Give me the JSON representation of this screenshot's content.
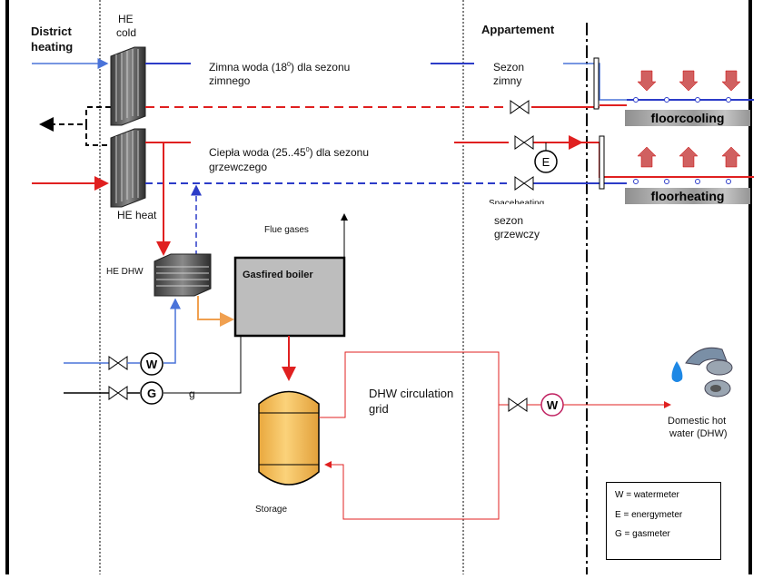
{
  "labels": {
    "district_heating_1": "District",
    "district_heating_2": "heating",
    "he_cold_1": "HE",
    "he_cold_2": "cold",
    "he_heat": "HE heat",
    "he_dhw": "HE DHW",
    "apartment": "Appartement",
    "zimna_line1": "Zimna woda (18",
    "zimna_sup": "0",
    "zimna_line1_end": ") dla sezonu",
    "zimna_line2": "zimnego",
    "ciepla_line1": "Ciepła woda (25..45",
    "ciepla_sup": "0",
    "ciepla_line1_end": ") dla sezonu",
    "ciepla_line2": "grzewczego",
    "sezon_zimny_1": "Sezon",
    "sezon_zimny_2": "zimny",
    "spaceheating": "Spaceheating",
    "sezon_grzewczy_1": "sezon",
    "sezon_grzewczy_2": "grzewczy",
    "flue_gases": "Flue gases",
    "boiler": "Gasfired boiler",
    "storage": "Storage",
    "dhw_circ_1": "DHW circulation",
    "dhw_circ_2": "grid",
    "domestic_1": "Domestic hot",
    "domestic_2": "water (DHW)",
    "floorcooling": "floorcooling",
    "floorheating": "floorheating",
    "g_label": "g"
  },
  "meters": {
    "water_in": "W",
    "gas": "G",
    "energy": "E",
    "water_dhw": "W"
  },
  "legend": {
    "w": "W = watermeter",
    "e": "E = energymeter",
    "g": "G = gasmeter"
  },
  "colors": {
    "red": "#e02020",
    "blue": "#2c3cc8",
    "light_blue": "#4a73d9",
    "orange": "#f0a050",
    "storage_fill": "#f7c45f",
    "boiler_fill": "#bdbdbd"
  }
}
